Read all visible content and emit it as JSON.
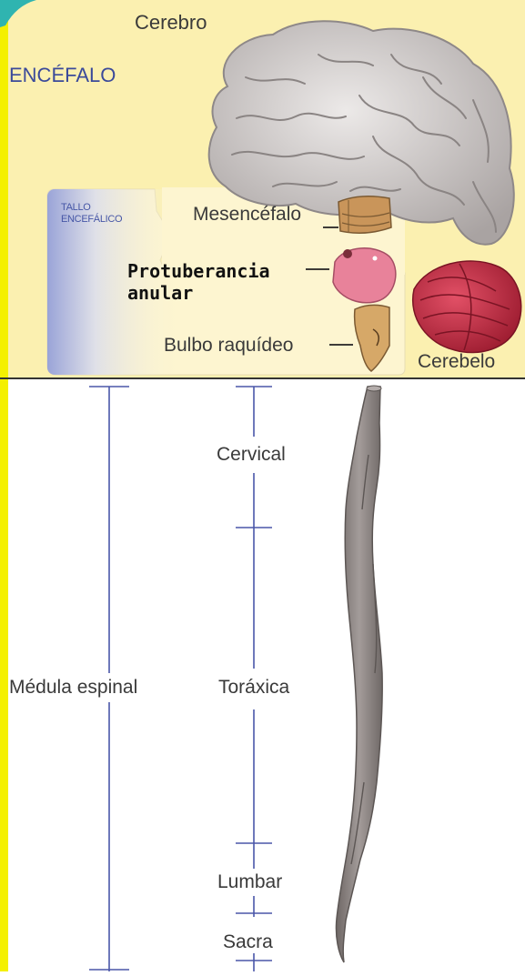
{
  "diagram": {
    "labels": {
      "encefalo": "ENCÉFALO",
      "cerebro": "Cerebro",
      "tallo_line1": "TALLO",
      "tallo_line2": "ENCEFÁLICO",
      "mesencefalo": "Mesencéfalo",
      "protuberancia_line1": "Protuberancia",
      "protuberancia_line2": "anular",
      "bulbo": "Bulbo raquídeo",
      "cerebelo": "Cerebelo",
      "medula": "Médula espinal",
      "cervical": "Cervical",
      "toraxica": "Toráxica",
      "lumbar": "Lumbar",
      "sacra": "Sacra"
    },
    "colors": {
      "top_panel": "#fbf0b0",
      "left_border": "#f4f000",
      "stem_panel": "#fdf5d0",
      "stem_gradient": "#9aa4d8",
      "line_blue": "#4a57a8",
      "brain": "#c8c3c2",
      "cerebellum": "#c8263e",
      "spinal_cord": "#8d8684"
    }
  }
}
